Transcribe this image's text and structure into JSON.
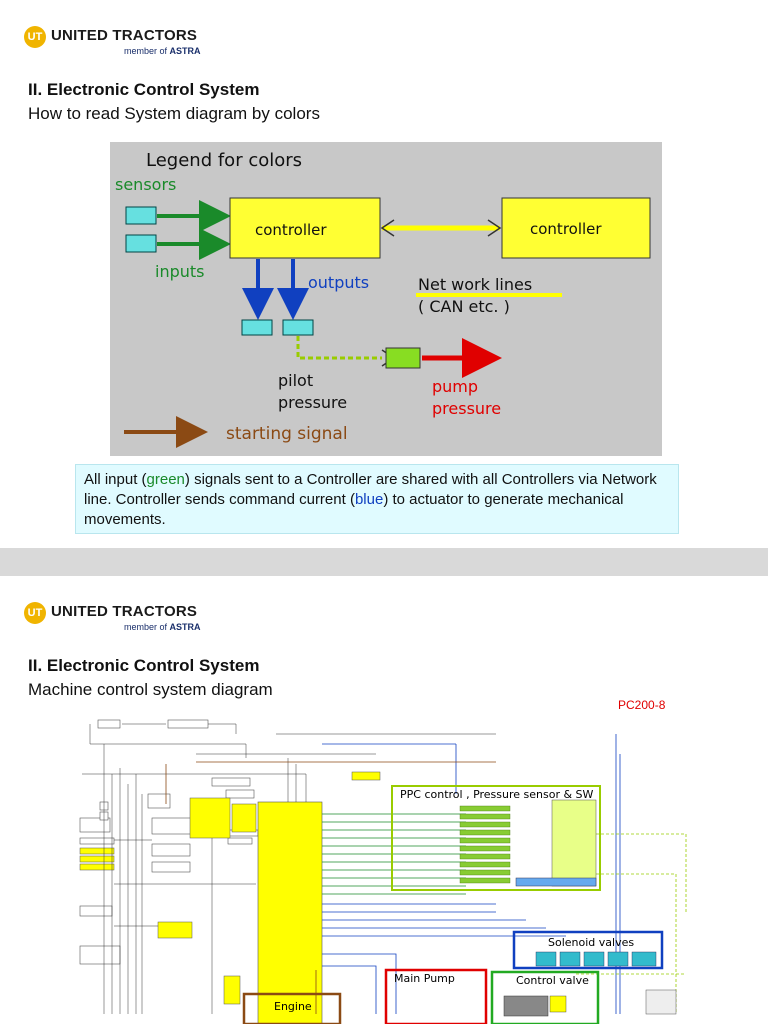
{
  "slide1": {
    "logo": {
      "name": "UNITED TRACTORS",
      "member_prefix": "member of",
      "member_brand": "ASTRA"
    },
    "title": "II. Electronic Control System",
    "subtitle": "How to read System diagram by colors",
    "legend": {
      "heading": "Legend for colors",
      "sensors": "sensors",
      "inputs": "inputs",
      "controller_left": "controller",
      "controller_right": "controller",
      "outputs": "outputs",
      "network_line1": "Net work lines",
      "network_line2": "( CAN etc. )",
      "pilot_line1": "pilot",
      "pilot_line2": "pressure",
      "pump_line1": "pump",
      "pump_line2": "pressure",
      "starting_signal": "starting signal"
    },
    "note": {
      "part1": "All input (",
      "green_word": "green",
      "part2": ") signals sent to a Controller are shared with all Controllers via Network line. Controller sends command current (",
      "blue_word": "blue",
      "part3": ") to actuator to generate mechanical movements."
    }
  },
  "slide2": {
    "logo": {
      "name": "UNITED TRACTORS",
      "member_prefix": "member of",
      "member_brand": "ASTRA"
    },
    "title": "II. Electronic Control System",
    "subtitle": "Machine control system diagram",
    "model": "PC200-8",
    "diagram": {
      "ppc_label": "PPC control , Pressure sensor & SW",
      "solenoid_label": "Solenoid valves",
      "main_pump_label": "Main Pump",
      "control_valve_label": "Control valve",
      "engine_label": "Engine"
    }
  },
  "colors": {
    "sensor_green": "#1a8a2a",
    "output_blue": "#1040c0",
    "network_yellow": "#ffff00",
    "pump_red": "#e00000",
    "signal_brown": "#8b4a14"
  }
}
